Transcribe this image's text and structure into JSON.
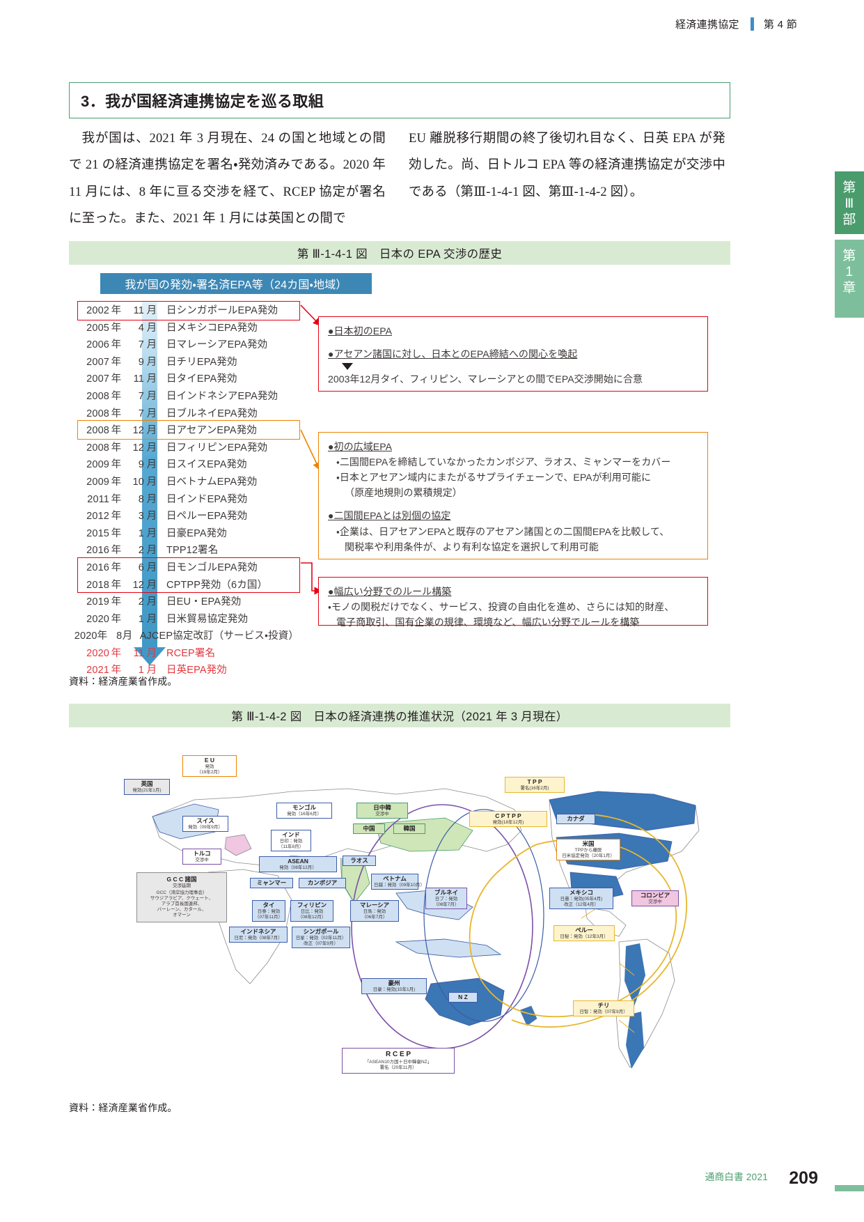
{
  "running_header": {
    "label": "経済連携協定",
    "section": "第 4 節"
  },
  "side_tabs": {
    "part": "第\nⅢ\n部",
    "chapter": "第\n1\n章"
  },
  "heading": "3．我が国経済連携協定を巡る取組",
  "body": {
    "left": "我が国は、2021 年 3 月現在、24 の国と地域との間で 21 の経済連携協定を署名・発効済みである。2020 年 11 月には、8 年に亘る交渉を経て、RCEP 協定が署名に至った。また、2021 年 1 月には英国との間で",
    "right": "EU 離脱移行期間の終了後切れ目なく、日英 EPA が発効した。尚、日トルコ EPA 等の経済連携協定が交渉中である（第Ⅲ-1-4-1 図、第Ⅲ-1-4-2 図）。"
  },
  "figure1": {
    "title": "第 Ⅲ-1-4-1 図　日本の EPA 交渉の歴史",
    "banner": "我が国の発効・署名済EPA等（24カ国・地域）",
    "source": "資料：経済産業省作成。",
    "timeline": [
      {
        "year": "2002",
        "nen": "年",
        "month": "11",
        "getsu": "月",
        "text": "日シンガポールEPA発効",
        "red": false
      },
      {
        "year": "2005",
        "nen": "年",
        "month": "4",
        "getsu": "月",
        "text": "日メキシコEPA発効",
        "red": false
      },
      {
        "year": "2006",
        "nen": "年",
        "month": "7",
        "getsu": "月",
        "text": "日マレーシアEPA発効",
        "red": false
      },
      {
        "year": "2007",
        "nen": "年",
        "month": "9",
        "getsu": "月",
        "text": "日チリEPA発効",
        "red": false
      },
      {
        "year": "2007",
        "nen": "年",
        "month": "11",
        "getsu": "月",
        "text": "日タイEPA発効",
        "red": false
      },
      {
        "year": "2008",
        "nen": "年",
        "month": "7",
        "getsu": "月",
        "text": "日インドネシアEPA発効",
        "red": false
      },
      {
        "year": "2008",
        "nen": "年",
        "month": "7",
        "getsu": "月",
        "text": "日ブルネイEPA発効",
        "red": false
      },
      {
        "year": "2008",
        "nen": "年",
        "month": "12",
        "getsu": "月",
        "text": "日アセアンEPA発効",
        "red": false
      },
      {
        "year": "2008",
        "nen": "年",
        "month": "12",
        "getsu": "月",
        "text": "日フィリピンEPA発効",
        "red": false
      },
      {
        "year": "2009",
        "nen": "年",
        "month": "9",
        "getsu": "月",
        "text": "日スイスEPA発効",
        "red": false
      },
      {
        "year": "2009",
        "nen": "年",
        "month": "10",
        "getsu": "月",
        "text": "日ベトナムEPA発効",
        "red": false
      },
      {
        "year": "2011",
        "nen": "年",
        "month": "8",
        "getsu": "月",
        "text": "日インドEPA発効",
        "red": false
      },
      {
        "year": "2012",
        "nen": "年",
        "month": "3",
        "getsu": "月",
        "text": "日ペルーEPA発効",
        "red": false
      },
      {
        "year": "2015",
        "nen": "年",
        "month": "1",
        "getsu": "月",
        "text": "日豪EPA発効",
        "red": false
      },
      {
        "year": "2016",
        "nen": "年",
        "month": "2",
        "getsu": "月",
        "text": "TPP12署名",
        "red": false
      },
      {
        "year": "2016",
        "nen": "年",
        "month": "6",
        "getsu": "月",
        "text": "日モンゴルEPA発効",
        "red": false
      },
      {
        "year": "2018",
        "nen": "年",
        "month": "12",
        "getsu": "月",
        "text": "CPTPP発効（6カ国）",
        "red": false
      },
      {
        "year": "2019",
        "nen": "年",
        "month": "2",
        "getsu": "月",
        "text": "日EU・EPA発効",
        "red": false
      },
      {
        "year": "2020",
        "nen": "年",
        "month": "1",
        "getsu": "月",
        "text": "日米貿易協定発効",
        "red": false
      },
      {
        "year": "2020",
        "nen": "年",
        "month": "8",
        "getsu": "月",
        "text": "AJCEP協定改訂（サービス・投資）",
        "red": false
      },
      {
        "year": "2020",
        "nen": "年",
        "month": "11",
        "getsu": "月",
        "text": "RCEP署名",
        "red": true
      },
      {
        "year": "2021",
        "nen": "年",
        "month": "1",
        "getsu": "月",
        "text": "日英EPA発効",
        "red": true
      }
    ],
    "callouts": {
      "c1": {
        "h1": "●日本初のEPA",
        "h2": "●アセアン諸国に対し、日本とのEPA締結への関心を喚起",
        "l1": "2003年12月タイ、フィリピン、マレーシアとの間でEPA交渉開始に合意"
      },
      "c2": {
        "h1": "●初の広域EPA",
        "l1": "・二国間EPAを締結していなかったカンボジア、ラオス、ミャンマーをカバー",
        "l2": "・日本とアセアン域内にまたがるサプライチェーンで、EPAが利用可能に",
        "l3": "（原産地規則の累積規定）",
        "h2": "●二国間EPAとは別個の協定",
        "l4": "・企業は、日アセアンEPAと既存のアセアン諸国との二国間EPAを比較して、",
        "l5": "関税率や利用条件が、より有利な協定を選択して利用可能"
      },
      "c3": {
        "h1": "●幅広い分野でのルール構築",
        "l1": "・モノの関税だけでなく、サービス、投資の自由化を進め、さらには知的財産、",
        "l2": "電子商取引、国有企業の規律、環境など、幅広い分野でルールを構築"
      }
    }
  },
  "figure2": {
    "title": "第 Ⅲ-1-4-2 図　日本の経済連携の推進状況（2021 年 3 月現在）",
    "source": "資料：経済産業省作成。",
    "labels": [
      {
        "id": "eu",
        "title": "E U",
        "sub": "発効\n（19年2月）"
      },
      {
        "id": "uk",
        "title": "英国",
        "sub": "発効(21年1月)"
      },
      {
        "id": "swiss",
        "title": "スイス",
        "sub": "発効（09年9月）"
      },
      {
        "id": "turkey",
        "title": "トルコ",
        "sub": "交渉中"
      },
      {
        "id": "gcc",
        "title": "G C C 諸国",
        "sub": "交渉延期"
      },
      {
        "id": "gcc_note",
        "title": "",
        "sub": "GCC（湾岸協力理事会）\nサウジアラビア、クウェート、\nアラブ首長国連邦、\nバーレーン、カタール、\nオマーン"
      },
      {
        "id": "mongolia",
        "title": "モンゴル",
        "sub": "発効（16年6月）"
      },
      {
        "id": "india",
        "title": "インド",
        "sub": "日印：発効\n（11年8月）"
      },
      {
        "id": "jck",
        "title": "日中韓",
        "sub": "交渉中"
      },
      {
        "id": "china",
        "title": "中国",
        "sub": ""
      },
      {
        "id": "korea",
        "title": "韓国",
        "sub": ""
      },
      {
        "id": "asean",
        "title": "ASEAN",
        "sub": "発効（08年12月）"
      },
      {
        "id": "laos",
        "title": "ラオス",
        "sub": ""
      },
      {
        "id": "myanmar",
        "title": "ミャンマー",
        "sub": ""
      },
      {
        "id": "cambodia",
        "title": "カンボジア",
        "sub": ""
      },
      {
        "id": "vietnam",
        "title": "ベトナム",
        "sub": "日越：発効（09年10月）"
      },
      {
        "id": "brunei",
        "title": "ブルネイ",
        "sub": "日ブ：発効\n（08年7月）"
      },
      {
        "id": "thai",
        "title": "タイ",
        "sub": "日泰：発効\n（07年11月）"
      },
      {
        "id": "philippines",
        "title": "フィリピン",
        "sub": "日比：発効\n（08年12月）"
      },
      {
        "id": "malaysia",
        "title": "マレーシア",
        "sub": "日馬：発効\n（06年7月）"
      },
      {
        "id": "singapore",
        "title": "シンガポール",
        "sub": "日星：発効（02年11月）\n改正（07年9月）"
      },
      {
        "id": "indonesia",
        "title": "インドネシア",
        "sub": "日尼：発効（08年7月）"
      },
      {
        "id": "australia",
        "title": "豪州",
        "sub": "日豪：発効(15年1月)"
      },
      {
        "id": "nz",
        "title": "N Z",
        "sub": ""
      },
      {
        "id": "tpp",
        "title": "T P P",
        "sub": "署名(16年2月)"
      },
      {
        "id": "cptpp",
        "title": "C P T P P",
        "sub": "発効(18年12月)"
      },
      {
        "id": "canada",
        "title": "カナダ",
        "sub": ""
      },
      {
        "id": "usa",
        "title": "米国",
        "sub": "TPPから離脱\n日米協定発効（20年1月）"
      },
      {
        "id": "mexico",
        "title": "メキシコ",
        "sub": "日墨：発効(05年4月)\n改正（12年4月）"
      },
      {
        "id": "colombia",
        "title": "コロンビア",
        "sub": "交渉中"
      },
      {
        "id": "peru",
        "title": "ペルー",
        "sub": "日秘：発効（12年3月）"
      },
      {
        "id": "chile",
        "title": "チリ",
        "sub": "日智：発効（07年9月）"
      },
      {
        "id": "rcep",
        "title": "R C E P",
        "sub": "「ASEAN10カ国＋日中韓豪NZ」\n署名（20年11月）"
      }
    ]
  },
  "footer": {
    "label": "通商白書 2021",
    "page": "209"
  }
}
